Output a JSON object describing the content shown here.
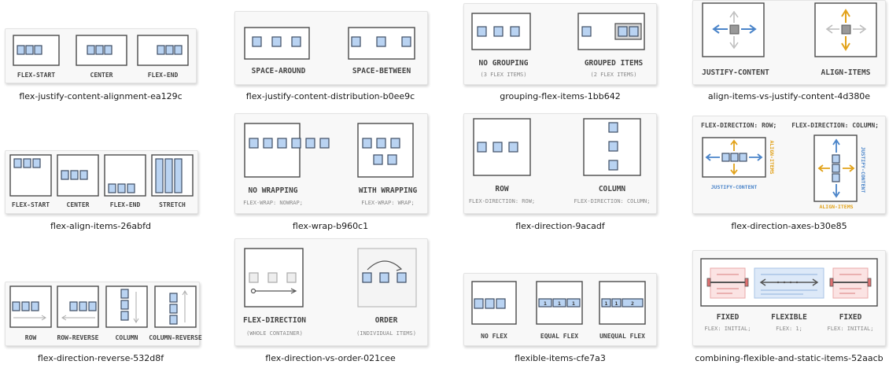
{
  "thumbnails": [
    {
      "caption": "flex-justify-content-alignment-ea129c",
      "labels": [
        "FLEX-START",
        "CENTER",
        "FLEX-END"
      ]
    },
    {
      "caption": "flex-justify-content-distribution-b0ee9c",
      "labels": [
        "SPACE-AROUND",
        "SPACE-BETWEEN"
      ]
    },
    {
      "caption": "grouping-flex-items-1bb642",
      "labels": [
        "NO GROUPING",
        "GROUPED ITEMS"
      ],
      "sublabels": [
        "(3 FLEX ITEMS)",
        "(2 FLEX ITEMS)"
      ]
    },
    {
      "caption": "align-items-vs-justify-content-4d380e",
      "labels": [
        "JUSTIFY-CONTENT",
        "ALIGN-ITEMS"
      ]
    },
    {
      "caption": "flex-align-items-26abfd",
      "labels": [
        "FLEX-START",
        "CENTER",
        "FLEX-END",
        "STRETCH"
      ]
    },
    {
      "caption": "flex-wrap-b960c1",
      "labels": [
        "NO WRAPPING",
        "WITH WRAPPING"
      ],
      "sublabels": [
        "FLEX-WRAP: NOWRAP;",
        "FLEX-WRAP: WRAP;"
      ]
    },
    {
      "caption": "flex-direction-9acadf",
      "labels": [
        "ROW",
        "COLUMN"
      ],
      "sublabels": [
        "FLEX-DIRECTION: ROW;",
        "FLEX-DIRECTION: COLUMN;"
      ]
    },
    {
      "caption": "flex-direction-axes-b30e85",
      "labels": [
        "FLEX-DIRECTION: ROW;",
        "FLEX-DIRECTION: COLUMN;"
      ],
      "axis_labels": [
        "JUSTIFY-CONTENT",
        "ALIGN-ITEMS",
        "JUSTIFY-CONTENT",
        "ALIGN-ITEMS"
      ]
    },
    {
      "caption": "flex-direction-reverse-532d8f",
      "labels": [
        "ROW",
        "ROW-REVERSE",
        "COLUMN",
        "COLUMN-REVERSE"
      ]
    },
    {
      "caption": "flex-direction-vs-order-021cee",
      "labels": [
        "FLEX-DIRECTION",
        "ORDER"
      ],
      "sublabels": [
        "(WHOLE CONTAINER)",
        "(INDIVIDUAL ITEMS)"
      ]
    },
    {
      "caption": "flexible-items-cfe7a3",
      "labels": [
        "NO FLEX",
        "EQUAL FLEX",
        "UNEQUAL FLEX"
      ],
      "item_numbers": [
        "1",
        "1",
        "1",
        "1",
        "1",
        "2"
      ]
    },
    {
      "caption": "combining-flexible-and-static-items-52aacb",
      "labels": [
        "FIXED",
        "FLEXIBLE",
        "FIXED"
      ],
      "sublabels": [
        "FLEX: INITIAL;",
        "FLEX: 1;",
        "FLEX: INITIAL;"
      ]
    }
  ],
  "colors": {
    "item_fill": "#b9d3f2",
    "orange": "#e2a21a",
    "blue": "#4a84c9",
    "red": "#e07070"
  }
}
